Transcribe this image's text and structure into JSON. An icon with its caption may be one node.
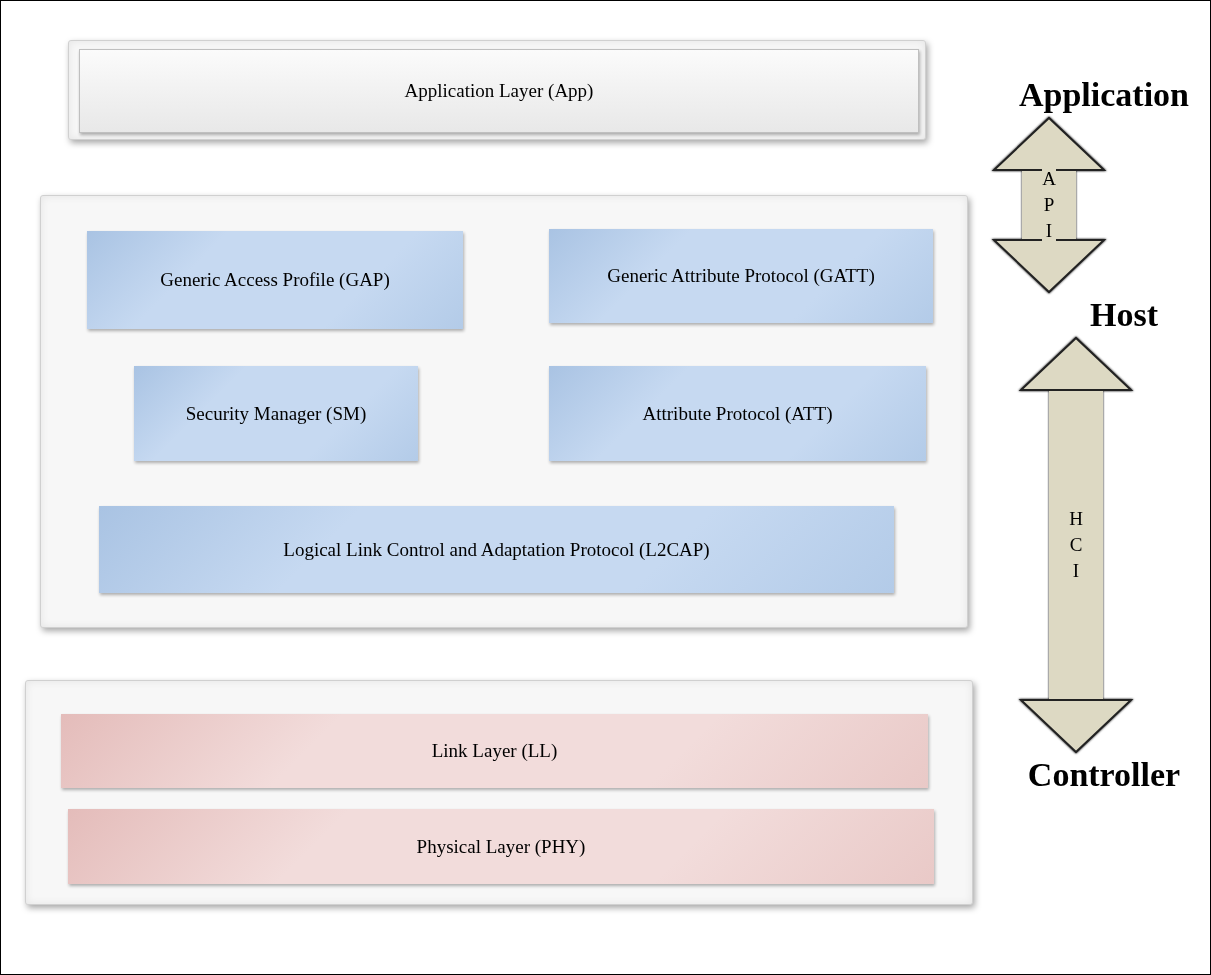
{
  "diagram": {
    "nodes": [
      {
        "text": [],
        "shape": "box"
      },
      {
        "text": [
          "Application Layer (App)"
        ],
        "in": 0
      },
      {
        "text": [],
        "shape": "box"
      },
      {
        "text": [
          "Generic Access Profile (GAP)"
        ],
        "in": 2
      },
      {
        "text": [
          "Generic Attribute Protocol (GATT)"
        ],
        "in": 2
      },
      {
        "text": [
          "Security Manager (SM)"
        ],
        "in": 2
      },
      {
        "text": [
          "Attribute Protocol (ATT)"
        ],
        "in": 2
      },
      {
        "text": [
          "Logical Link Control and Adaptation Protocol (L2CAP)"
        ],
        "in": 2
      },
      {
        "text": [],
        "shape": "box"
      },
      {
        "text": [
          "Link Layer (LL)"
        ],
        "in": 8
      },
      {
        "text": [
          "Physical Layer (PHY)"
        ],
        "in": 8
      },
      {
        "text": [
          "Application"
        ]
      },
      {
        "text": [
          "Host"
        ]
      },
      {
        "text": [
          "Controller"
        ]
      }
    ],
    "edges": [
      {
        "from": 11,
        "to": 12,
        "arrow": "both",
        "label": "API"
      },
      {
        "from": 12,
        "to": 13,
        "arrow": "both",
        "label": "HCI"
      }
    ]
  }
}
